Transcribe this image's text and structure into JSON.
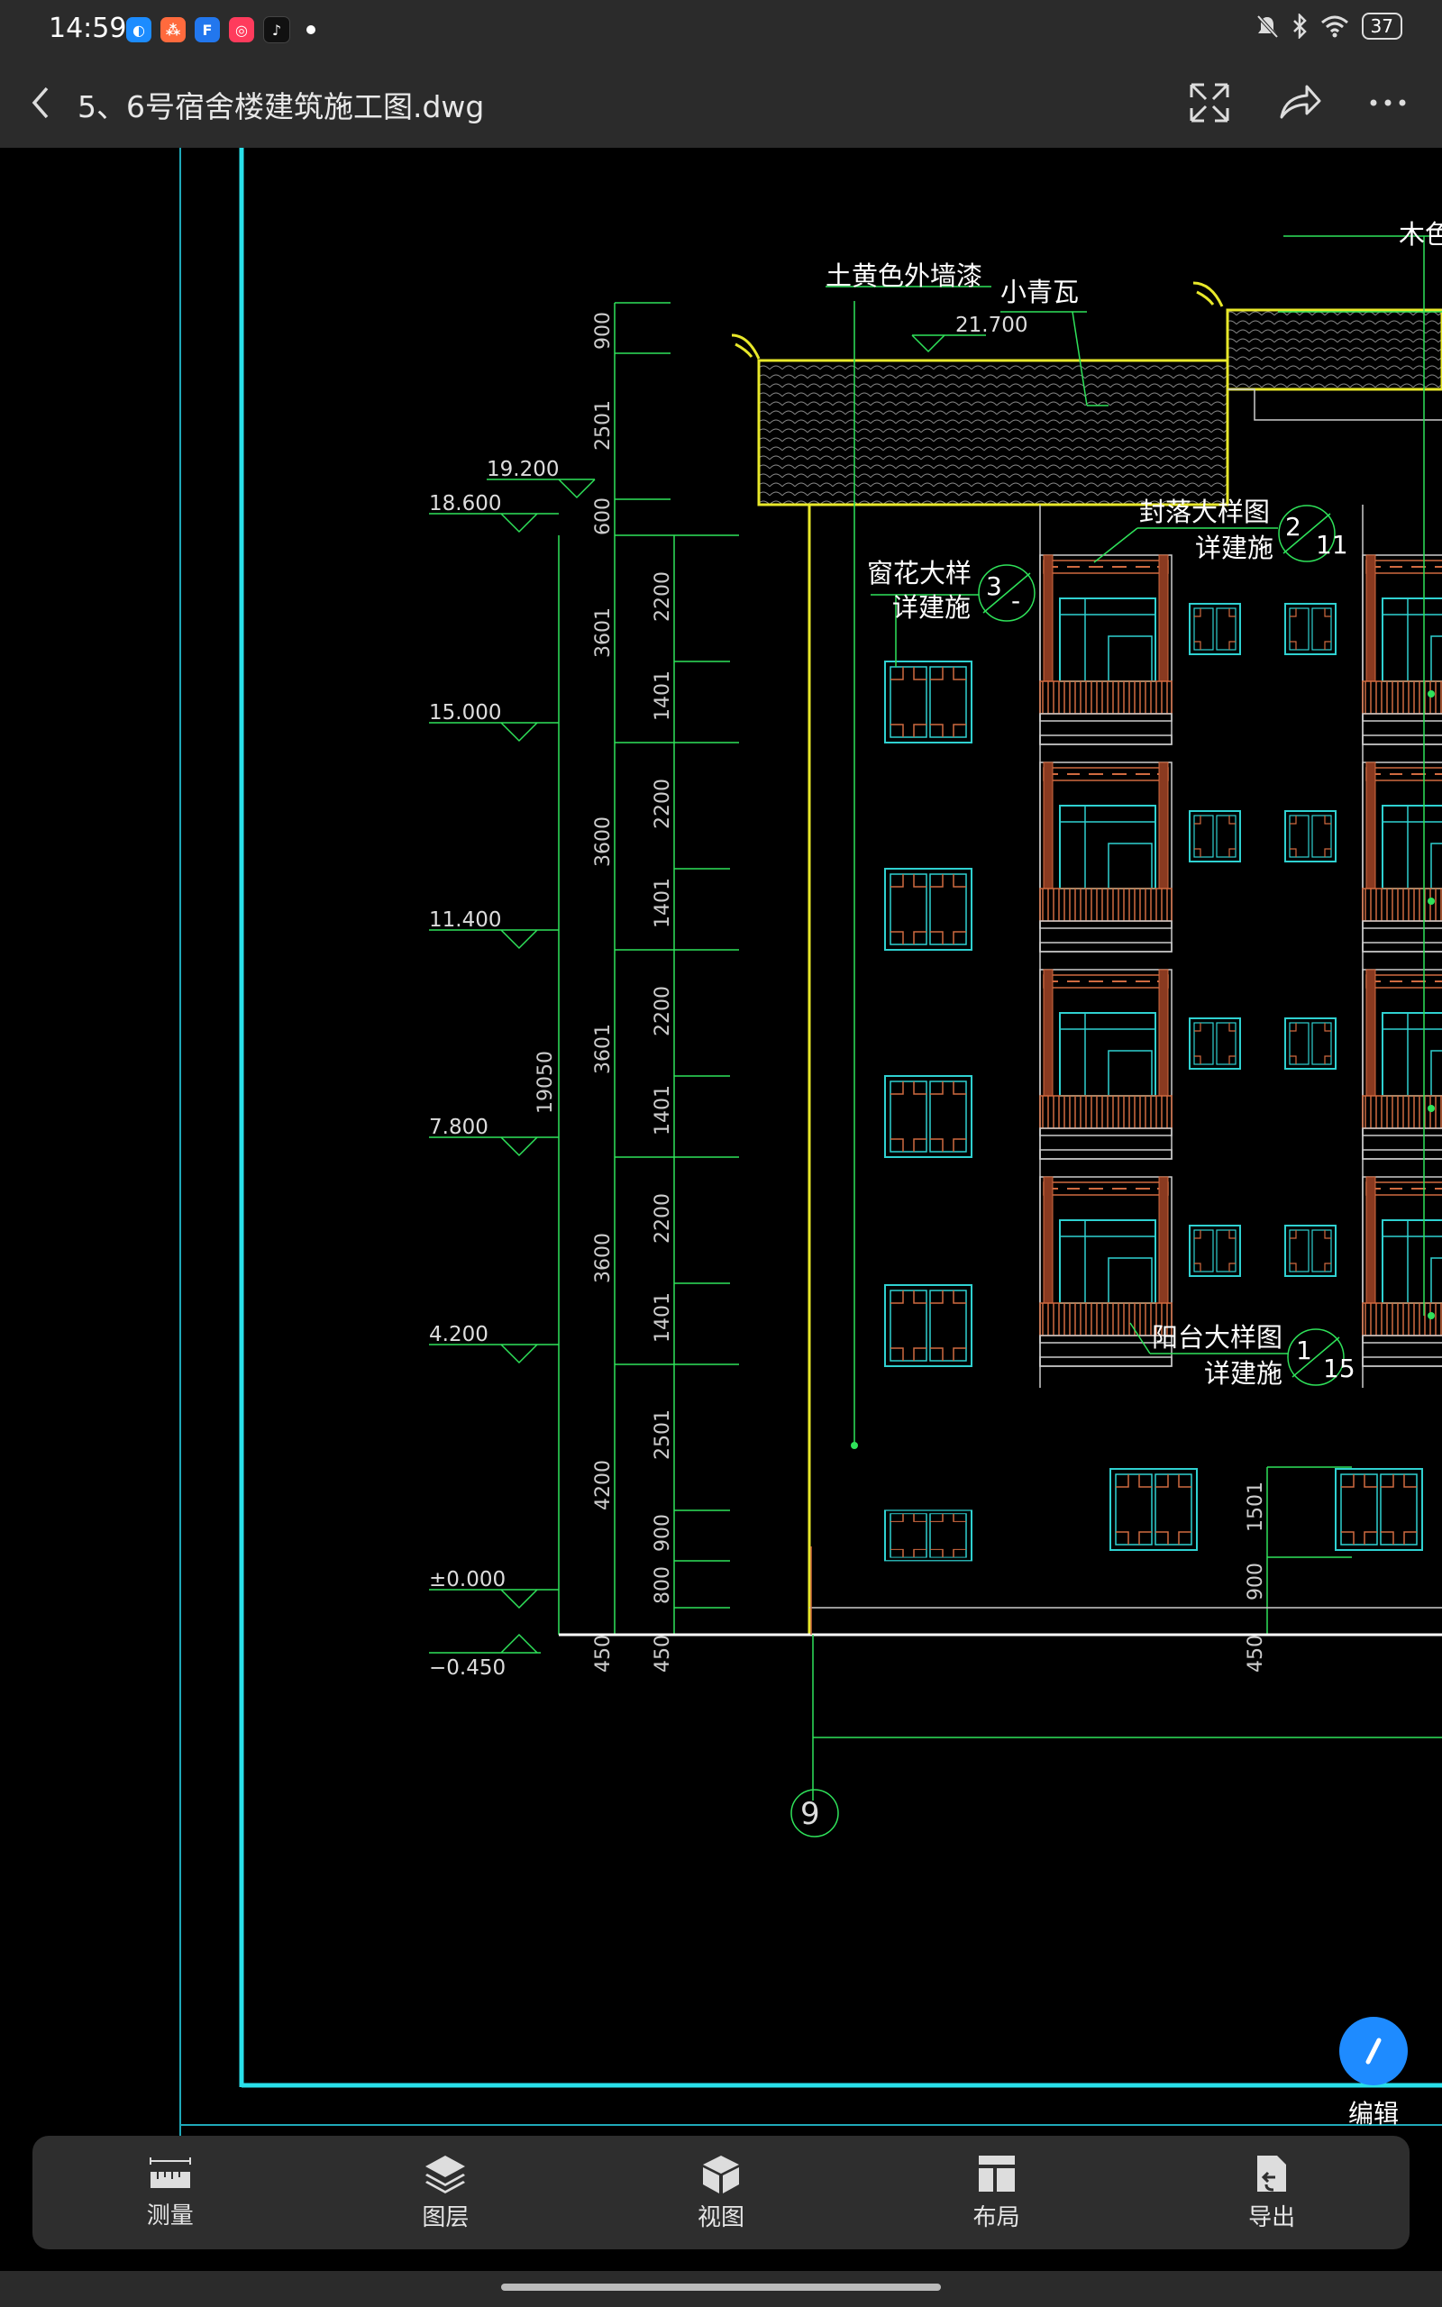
{
  "status": {
    "time": "14:59",
    "battery": "37"
  },
  "header": {
    "title": "5、6号宿舍楼建筑施工图.dwg"
  },
  "drawing": {
    "elevations": [
      "19.200",
      "18.600",
      "15.000",
      "11.400",
      "7.800",
      "4.200",
      "±0.000",
      "−0.450"
    ],
    "roof_level": "21.700",
    "total_height": "19050",
    "dims_outer": [
      "900",
      "2501",
      "600",
      "3601",
      "3600",
      "3601",
      "3600",
      "4200",
      "450"
    ],
    "dims_inner": [
      "2200",
      "1401",
      "2200",
      "1401",
      "2200",
      "1401",
      "2200",
      "1401",
      "2501",
      "900",
      "800",
      "450"
    ],
    "dims_right": [
      "1501",
      "900",
      "450"
    ],
    "labels": {
      "wall_paint": "土黄色外墙漆",
      "roof_tile": "小青瓦",
      "wood": "木色",
      "eave_detail_1": "封落大样图",
      "eave_detail_2": "详建施",
      "window_detail_1": "窗花大样",
      "window_detail_2": "详建施",
      "balcony_detail_1": "阳台大样图",
      "balcony_detail_2": "详建施"
    },
    "callouts": {
      "eave_num": "2",
      "eave_sheet": "11",
      "window_num": "3",
      "window_sheet": "-",
      "balcony_num": "1",
      "balcony_sheet": "15"
    },
    "axis_label": "9"
  },
  "edit": {
    "label": "编辑"
  },
  "toolbar": {
    "items": [
      {
        "label": "测量",
        "icon": "ruler-icon"
      },
      {
        "label": "图层",
        "icon": "layers-icon"
      },
      {
        "label": "视图",
        "icon": "cube-icon"
      },
      {
        "label": "布局",
        "icon": "layout-icon"
      },
      {
        "label": "导出",
        "icon": "export-icon"
      }
    ]
  }
}
